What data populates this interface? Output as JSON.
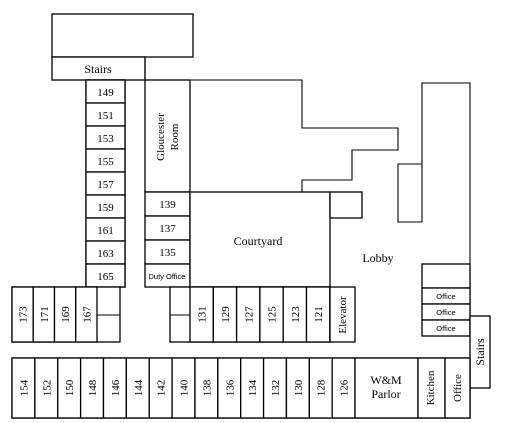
{
  "floor_plan": {
    "labels": {
      "stairs_top": "Stairs",
      "gloucester_room": [
        "Gloucester",
        "Room"
      ],
      "courtyard": "Courtyard",
      "lobby": "Lobby",
      "duty_office": "Duty Office",
      "elevator": "Elevator",
      "wm_parlor": [
        "W&M",
        "Parlor"
      ],
      "kitchen": "Kitchen",
      "office_bottom": "Office",
      "stairs_right": "Stairs",
      "small_offices": [
        "Office",
        "Office",
        "Office"
      ]
    },
    "left_column_rooms": [
      "149",
      "151",
      "153",
      "155",
      "157",
      "159",
      "161",
      "163",
      "165"
    ],
    "center_column_rooms": [
      "139",
      "137",
      "135"
    ],
    "left_block_rooms": [
      "173",
      "171",
      "169",
      "167"
    ],
    "courtyard_row_rooms": [
      "131",
      "129",
      "127",
      "125",
      "123",
      "121"
    ],
    "bottom_row_rooms": [
      "154",
      "152",
      "150",
      "148",
      "146",
      "144",
      "142",
      "140",
      "138",
      "136",
      "134",
      "132",
      "130",
      "128",
      "126"
    ]
  }
}
